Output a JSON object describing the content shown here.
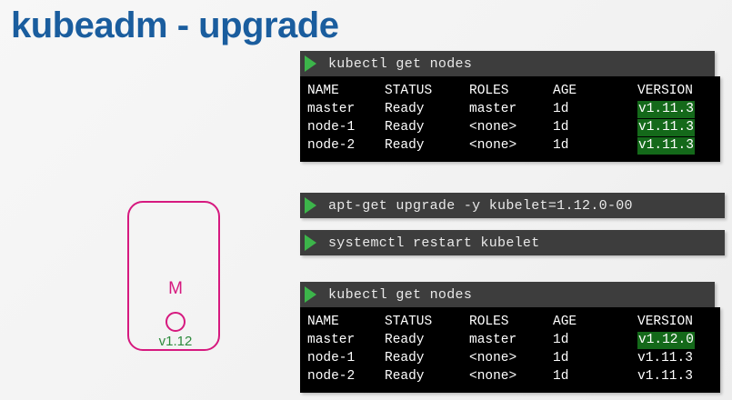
{
  "slide": {
    "title": "kubeadm - upgrade",
    "title_color": "#1a5d9e",
    "background_color": "#f4f4f4"
  },
  "node_diagram": {
    "label": "M",
    "version": "v1.12",
    "border_color": "#d6197f",
    "version_color": "#2e8b3d"
  },
  "terminals": {
    "before": {
      "command": "kubectl get nodes",
      "headers": [
        "NAME",
        "STATUS",
        "ROLES",
        "AGE",
        "VERSION"
      ],
      "rows": [
        {
          "name": "master",
          "status": "Ready",
          "roles": "master",
          "age": "1d",
          "version": "v1.11.3",
          "version_highlight": true
        },
        {
          "name": "node-1",
          "status": "Ready",
          "roles": "<none>",
          "age": "1d",
          "version": "v1.11.3",
          "version_highlight": true
        },
        {
          "name": "node-2",
          "status": "Ready",
          "roles": "<none>",
          "age": "1d",
          "version": "v1.11.3",
          "version_highlight": true
        }
      ]
    },
    "after": {
      "command": "kubectl get nodes",
      "headers": [
        "NAME",
        "STATUS",
        "ROLES",
        "AGE",
        "VERSION"
      ],
      "rows": [
        {
          "name": "master",
          "status": "Ready",
          "roles": "master",
          "age": "1d",
          "version": "v1.12.0",
          "version_highlight": true
        },
        {
          "name": "node-1",
          "status": "Ready",
          "roles": "<none>",
          "age": "1d",
          "version": "v1.11.3",
          "version_highlight": false
        },
        {
          "name": "node-2",
          "status": "Ready",
          "roles": "<none>",
          "age": "1d",
          "version": "v1.11.3",
          "version_highlight": false
        }
      ]
    }
  },
  "commands": {
    "apt_upgrade": "apt-get upgrade -y kubelet=1.12.0-00",
    "systemctl_restart": "systemctl restart kubelet"
  },
  "colors": {
    "terminal_header_bg": "#3d3d3d",
    "terminal_body_bg": "#000000",
    "play_icon_green": "#3cb54a",
    "version_highlight_green": "#14691a"
  }
}
